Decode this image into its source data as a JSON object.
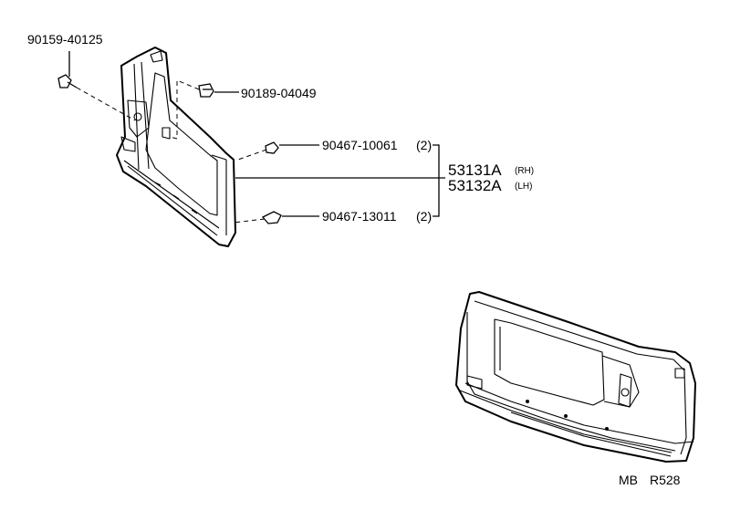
{
  "parts": {
    "bolt": "90159-40125",
    "clip_upper": "90189-04049",
    "clip_mid": {
      "number": "90467-10061",
      "qty": "(2)"
    },
    "clip_lower": {
      "number": "90467-13011",
      "qty": "(2)"
    },
    "bezel_rh": {
      "number": "53131A",
      "side": "(RH)"
    },
    "bezel_lh": {
      "number": "53132A",
      "side": "(LH)"
    }
  },
  "footer": {
    "code1": "MB",
    "code2": "R528"
  }
}
